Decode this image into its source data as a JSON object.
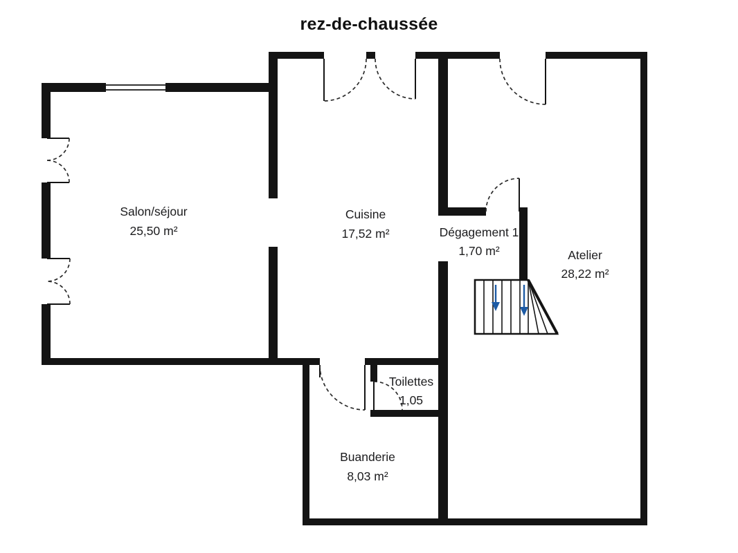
{
  "title": "rez-de-chaussée",
  "colors": {
    "wall": "#141414",
    "text": "#1c1c1e",
    "stair_arrow": "#1d5ba5",
    "background": "#ffffff"
  },
  "rooms": [
    {
      "name": "Salon/séjour",
      "area": "25,50 m²"
    },
    {
      "name": "Cuisine",
      "area": "17,52 m²"
    },
    {
      "name": "Dégagement 1",
      "area": "1,70 m²"
    },
    {
      "name": "Atelier",
      "area": "28,22 m²"
    },
    {
      "name": "Toilettes",
      "area": "1,05"
    },
    {
      "name": "Buanderie",
      "area": "8,03 m²"
    }
  ]
}
